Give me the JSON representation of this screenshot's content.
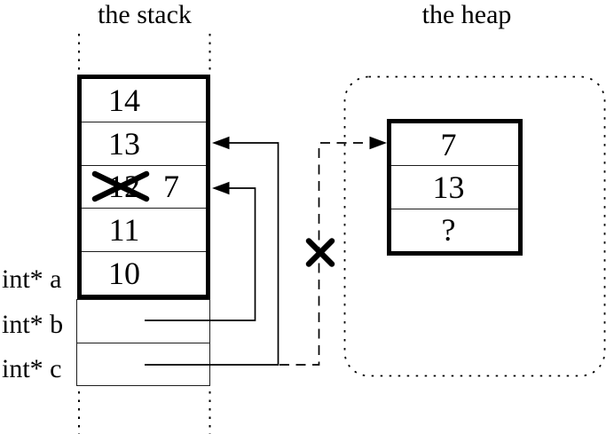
{
  "canvas": {
    "background": "#ffffff",
    "ink": "#000000"
  },
  "titles": {
    "stack": "the stack",
    "heap": "the heap"
  },
  "stack": {
    "cells": [
      {
        "value": "14"
      },
      {
        "value": "13"
      },
      {
        "value": "12",
        "crossed_out": true,
        "new_value": "7"
      },
      {
        "value": "11"
      },
      {
        "value": "10"
      }
    ],
    "pointer_labels": [
      {
        "text": "int* a"
      },
      {
        "text": "int* b"
      },
      {
        "text": "int* c"
      }
    ]
  },
  "heap": {
    "cells": [
      {
        "value": "7"
      },
      {
        "value": "13"
      },
      {
        "value": "?"
      }
    ]
  }
}
